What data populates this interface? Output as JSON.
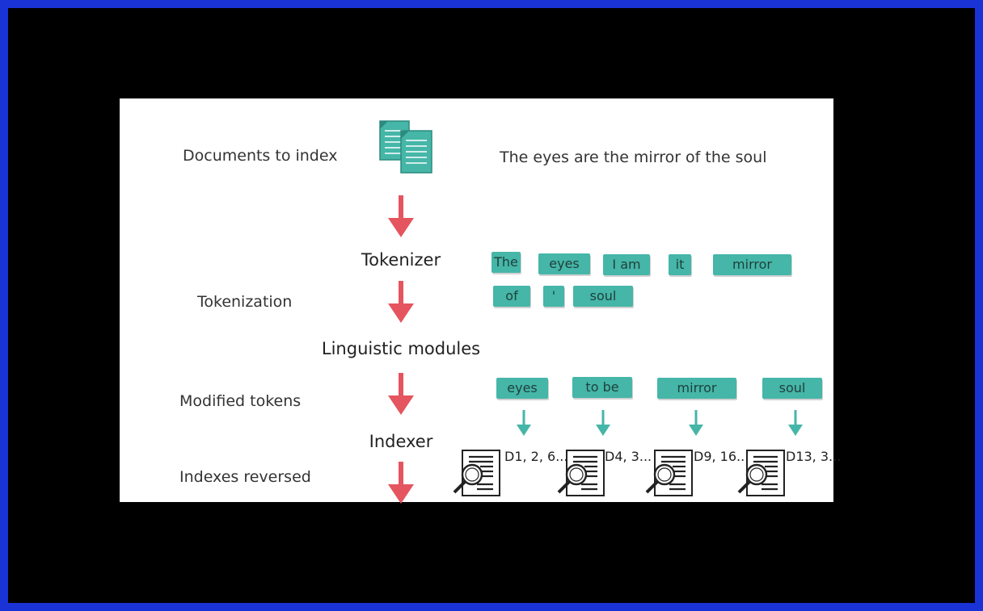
{
  "colors": {
    "border": "#1a33d6",
    "background": "#000000",
    "panel": "#ffffff",
    "arrow_red": "#e4555f",
    "chip_teal": "#45b6a8",
    "arrow_teal": "#45b6a8"
  },
  "left_labels": {
    "documents": "Documents to index",
    "tokenization": "Tokenization",
    "modified": "Modified tokens",
    "reversed": "Indexes reversed"
  },
  "stages": {
    "tokenizer": "Tokenizer",
    "linguistic": "Linguistic modules",
    "indexer": "Indexer"
  },
  "sentence": "The eyes are the mirror of the soul",
  "tokens": [
    "The",
    "eyes",
    "I am",
    "it",
    "mirror",
    "of",
    "'",
    "soul"
  ],
  "modified_tokens": [
    "eyes",
    "to be",
    "mirror",
    "soul"
  ],
  "postings": [
    "D1, 2, 6...",
    "D4, 3...",
    "D9, 16...",
    "D13, 3..."
  ],
  "icons": {
    "documents": "documents-icon",
    "search_document": "search-document-icon",
    "arrow": "arrow-down-icon"
  }
}
